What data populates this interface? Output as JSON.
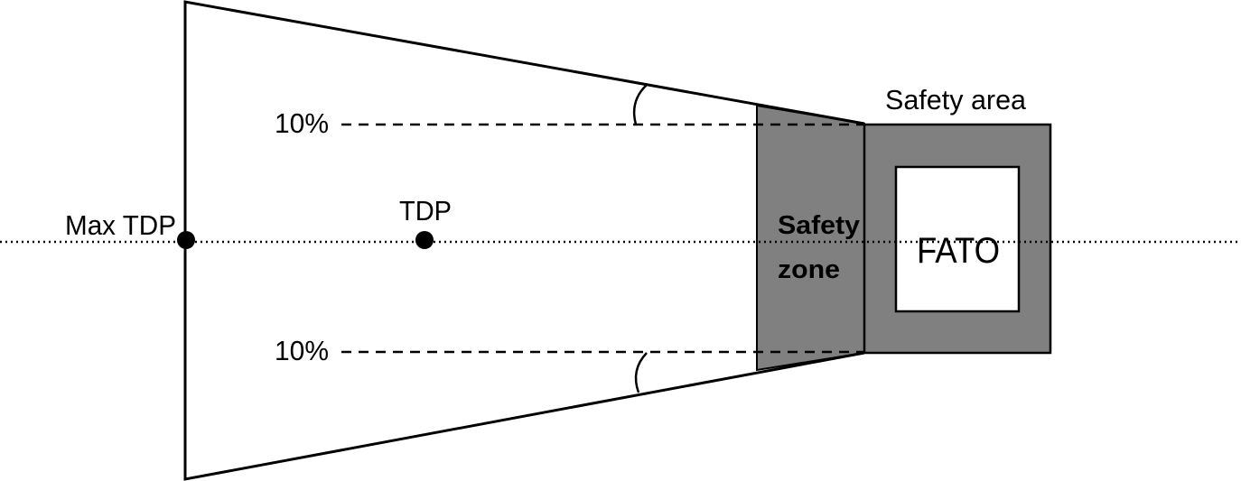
{
  "labels": {
    "max_tdp": "Max TDP",
    "tdp": "TDP",
    "upper_slope": "10%",
    "lower_slope": "10%",
    "safety_area": "Safety area",
    "safety_zone_line1": "Safety",
    "safety_zone_line2": "zone",
    "fato": "FATO"
  },
  "colors": {
    "line": "#000000",
    "safety_fill": "#808080",
    "fato_fill": "#ffffff",
    "background": "#ffffff"
  }
}
